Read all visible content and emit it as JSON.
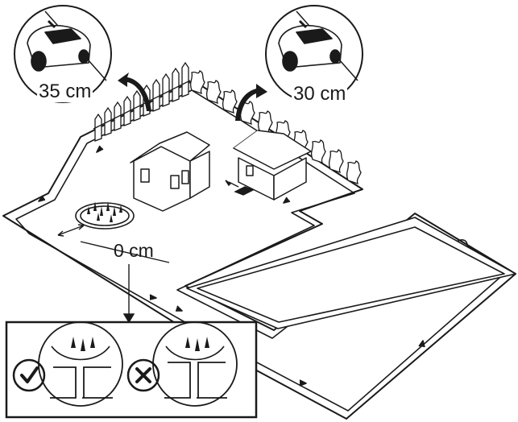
{
  "labels": {
    "clearance_fence": "35 cm",
    "clearance_hedge": "30 cm",
    "clearance_flowerbed": "0 cm"
  },
  "legend": {
    "correct_icon": "checkmark-icon",
    "incorrect_icon": "cross-icon"
  },
  "colors": {
    "line": "#1a1a1a",
    "background": "#ffffff"
  }
}
